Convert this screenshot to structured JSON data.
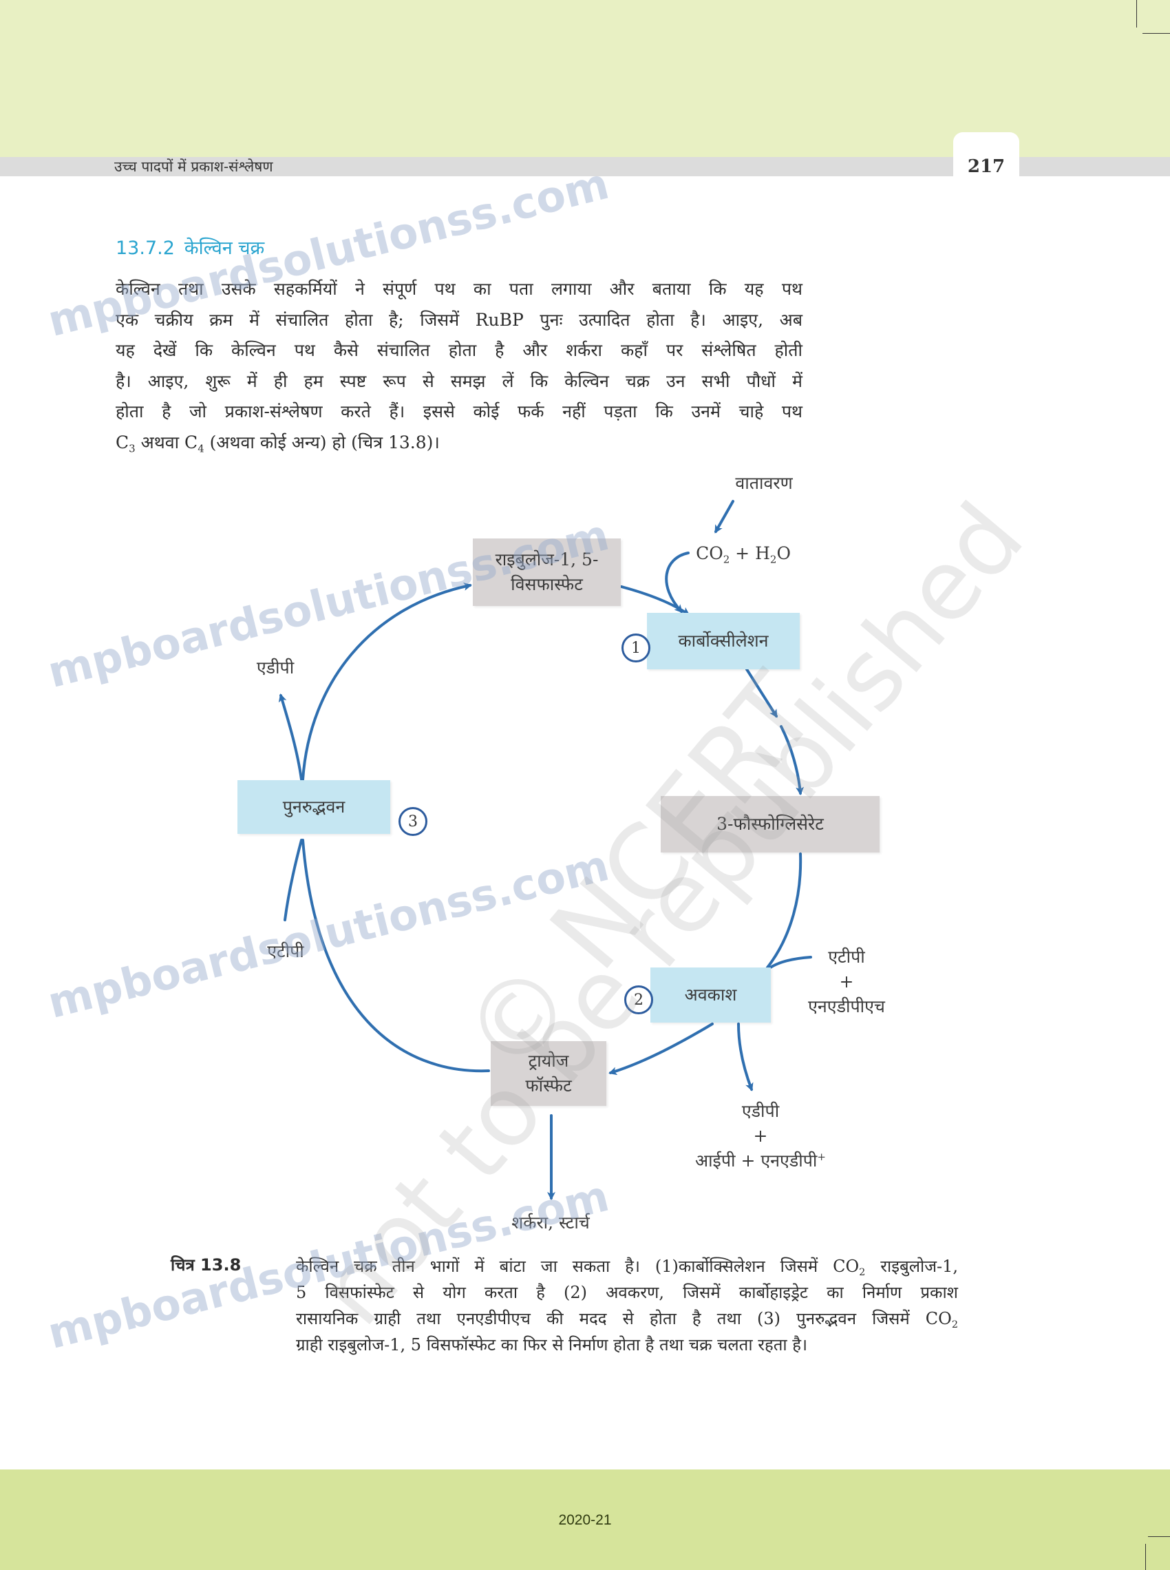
{
  "header": {
    "chapter_title": "उच्च पादपों में प्रकाश-संश्लेषण",
    "page_number": "217"
  },
  "section": {
    "number": "13.7.2",
    "title": "केल्विन चक्र"
  },
  "body": {
    "lines": [
      "केल्विन तथा उसके सहकर्मियों ने संपूर्ण पथ का पता लगाया और बताया कि यह पथ",
      "एक चक्रीय क्रम में संचालित होता है; जिसमें RuBP पुनः उत्पादित होता है। आइए, अब",
      "यह देखें कि केल्विन पथ कैसे संचालित होता है और शर्करा कहाँ पर संश्लेषित होती",
      "है। आइए, शुरू में ही हम स्पष्ट रूप से समझ लें कि केल्विन चक्र उन सभी पौधों में",
      "होता है जो प्रकाश-संश्लेषण करते हैं। इससे कोई फर्क नहीं पड़ता कि उनमें चाहे पथ"
    ],
    "last_line": {
      "c3": "C",
      "c3_sub": "3",
      "or1": " अथवा ",
      "c4": "C",
      "c4_sub": "4",
      "rest": " (अथवा कोई अन्य) हो (चित्र 13.8)।"
    }
  },
  "diagram": {
    "atmosphere": "वातावरण",
    "co2_h2o": {
      "co": "CO",
      "co_sub": "2",
      "plus_h": " + H",
      "h_sub": "2",
      "o": "O"
    },
    "rubp_box": {
      "line1": "राइबुलोज-1, 5-",
      "line2": "विसफास्फेट"
    },
    "carboxylation_box": "कार्बोक्सीलेशन",
    "pga_box": "3-फौस्फोग्लिसेरेट",
    "reduction_box": "अवकाश",
    "triose_box": {
      "line1": "ट्रायोज",
      "line2": "फॉस्फेट"
    },
    "regeneration_box": "पुनरुद्भवन",
    "badges": [
      "1",
      "2",
      "3"
    ],
    "adp_top": "एडीपी",
    "atp_left": "एटीपी",
    "reduction_inputs": {
      "line1": "एटीपी",
      "plus": "+",
      "line2": "एनएडीपीएच"
    },
    "reduction_outputs": {
      "line1": "एडीपी",
      "plus": "+",
      "line2": "आईपी + एनएडीपी",
      "line2_sup": "+"
    },
    "sugar_starch": "शर्करा, स्टार्च",
    "arrow_color": "#2f6fb0"
  },
  "caption": {
    "label": "चित्र 13.8",
    "line1_a": "केल्विन चक्र तीन भागों में बांटा जा सकता है। (1)कार्बोक्सिलेशन जिसमें CO",
    "line1_sub": "2",
    "line1_b": " राइबुलोज-1,",
    "line2": "5 विसफांस्फेट से योग करता है (2) अवकरण, जिसमें कार्बोहाइड्रेट का निर्माण प्रकाश",
    "line3_a": "रासायनिक ग्राही तथा एनएडीपीएच की मदद से होता है तथा (3) पुनरुद्भवन जिसमें CO",
    "line3_sub": "2",
    "line4": "ग्राही राइबुलोज-1, 5 विसफॉस्फेट का फिर से निर्माण होता है तथा चक्र चलता रहता है।"
  },
  "footer": {
    "year": "2020-21"
  },
  "watermarks": {
    "site": "mpboardsolutionss.com",
    "ncert": "© NCERT",
    "notice": "not to be republished"
  },
  "colors": {
    "top_band": "#e8f0c3",
    "footer_band": "#d6e49b",
    "heading_blue": "#29a4cf",
    "grey_box": "#d8d4d4",
    "blue_box": "#c5e6f2",
    "arrow_blue": "#2f6fb0"
  }
}
